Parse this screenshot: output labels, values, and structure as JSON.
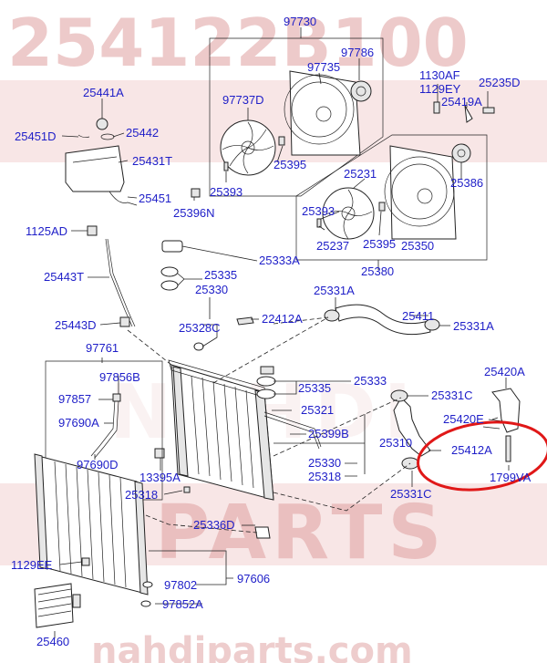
{
  "watermark": {
    "part_number": "254122B100",
    "brand_top": "NAHDI",
    "brand_bottom": "PARTS",
    "site": "nahdiparts.com"
  },
  "labels": {
    "p97730": "97730",
    "p97786": "97786",
    "p97735": "97735",
    "p97737D": "97737D",
    "p25395a": "25395",
    "p25393a": "25393",
    "p25396N": "25396N",
    "p1130AF": "1130AF",
    "p1129EY": "1129EY",
    "p25235D": "25235D",
    "p25419A": "25419A",
    "p25386": "25386",
    "p25231": "25231",
    "p25393b": "25393",
    "p25237": "25237",
    "p25395b": "25395",
    "p25350": "25350",
    "p25380": "25380",
    "p25441A": "25441A",
    "p25442": "25442",
    "p25451D": "25451D",
    "p25431T": "25431T",
    "p25451": "25451",
    "p1125AD": "1125AD",
    "p25443T": "25443T",
    "p25443D": "25443D",
    "p25333A": "25333A",
    "p25335a": "25335",
    "p25330a": "25330",
    "p25328C": "25328C",
    "p22412A": "22412A",
    "p25331Aa": "25331A",
    "p25411": "25411",
    "p25331Ab": "25331A",
    "p97761": "97761",
    "p97856B": "97856B",
    "p97857": "97857",
    "p97690A": "97690A",
    "p97690D": "97690D",
    "p25335b": "25335",
    "p25333": "25333",
    "p25331C_a": "25331C",
    "p25420A": "25420A",
    "p25321": "25321",
    "p25399B": "25399B",
    "p25420E": "25420E",
    "p25310": "25310",
    "p25412A": "25412A",
    "p25330b": "25330",
    "p25318a": "25318",
    "p1799VA": "1799VA",
    "p13395A": "13395A",
    "p25318b": "25318",
    "p25331C_b": "25331C",
    "p25336D": "25336D",
    "p1129EE": "1129EE",
    "p97802": "97802",
    "p97606": "97606",
    "p97852A": "97852A",
    "p25460": "25460"
  }
}
